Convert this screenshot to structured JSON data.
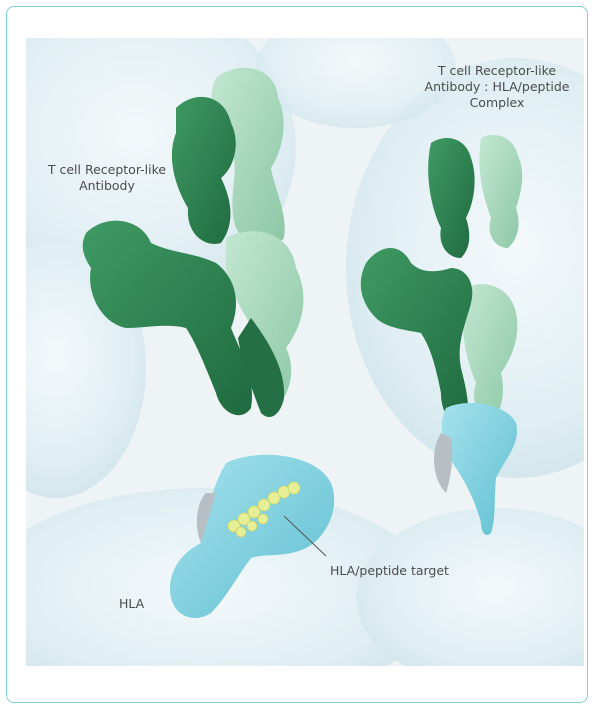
{
  "labels": {
    "tcr_antibody_line1": "T cell Receptor-like",
    "tcr_antibody_line2": "Antibody",
    "complex_line1": "T cell Receptor-like",
    "complex_line2": "Antibody : HLA/peptide",
    "complex_line3": "Complex",
    "hla": "HLA",
    "hla_peptide_target": "HLA/peptide target"
  },
  "colors": {
    "card_border": "#7fd0d8",
    "background_cells": "#e4eff3",
    "antibody_heavy_dark_green": "#2e7d4f",
    "antibody_light_pale_green": "#a6d7bd",
    "hla_blue": "#7ccfde",
    "hla_grey": "#b7bfc4",
    "peptide_yellow": "#e6ef95",
    "label_text": "#4b4b4b"
  }
}
